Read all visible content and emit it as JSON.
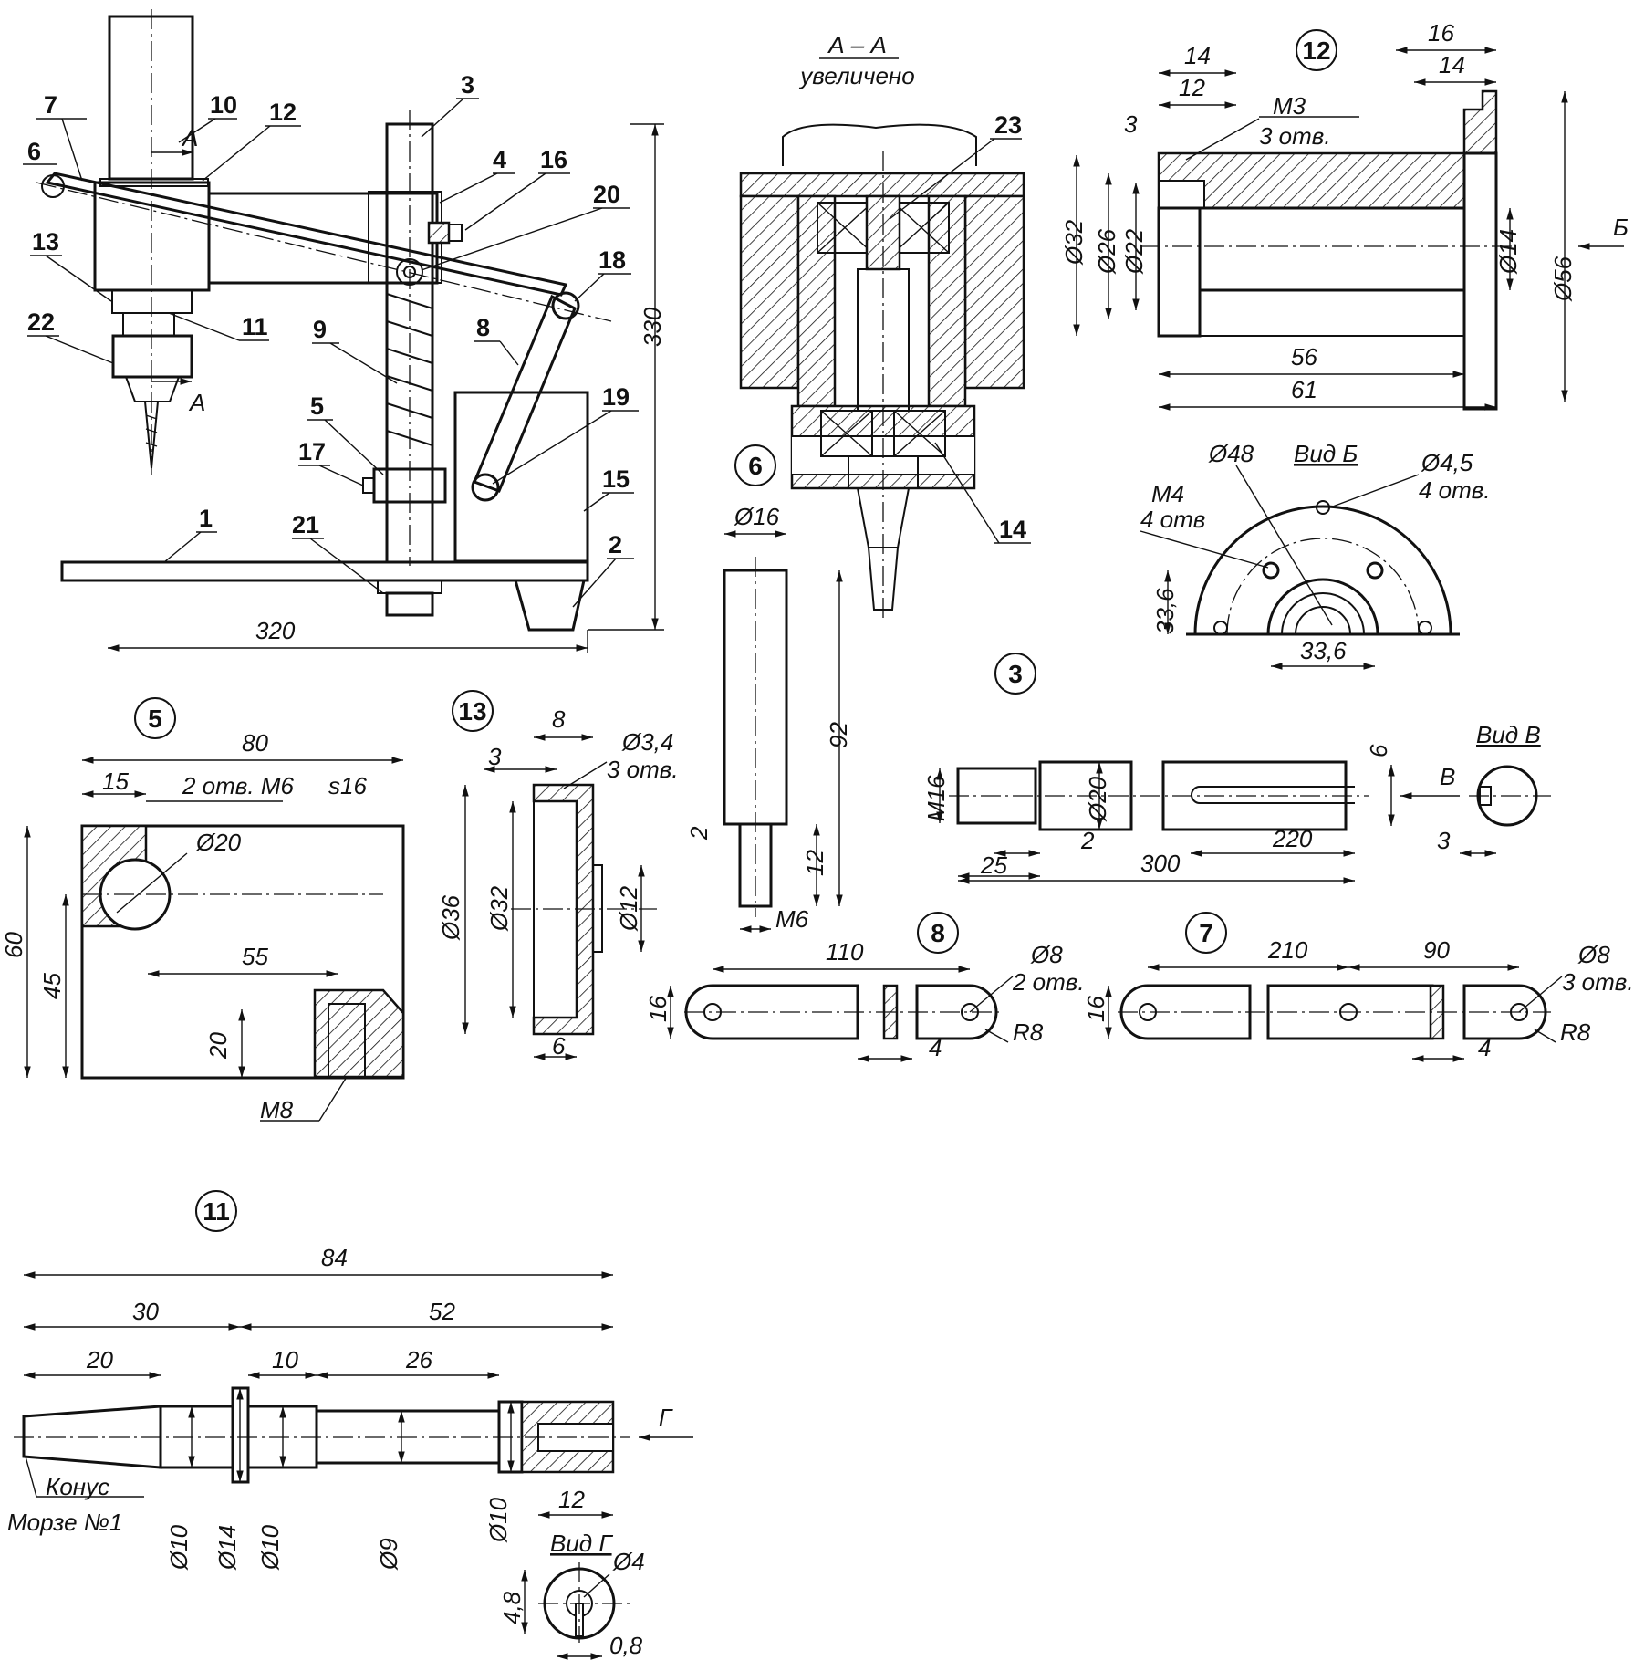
{
  "assembly": {
    "positions": [
      "1",
      "2",
      "3",
      "4",
      "5",
      "6",
      "7",
      "8",
      "9",
      "10",
      "11",
      "12",
      "13",
      "14",
      "15",
      "16",
      "17",
      "18",
      "19",
      "20",
      "21",
      "22",
      "23"
    ],
    "dims": {
      "overall_width": "320",
      "overall_height": "330"
    },
    "section_mark": "А"
  },
  "section_aa": {
    "title": "А – А",
    "subtitle": "увеличено",
    "pos_bearing_top": "23",
    "pos_bearing_bottom": "14"
  },
  "part12": {
    "num": "12",
    "dims": [
      "14",
      "12",
      "3",
      "M3",
      "3 отв.",
      "Ø32",
      "Ø26",
      "Ø22",
      "Ø14",
      "Ø56",
      "56",
      "61",
      "16",
      "14"
    ],
    "view_arrow": "Б",
    "view": {
      "title": "Вид Б",
      "d1": "Ø48",
      "d2": "Ø4,5",
      "d2n": "4 отв.",
      "thread": "M4",
      "threadn": "4 отв",
      "h": "33,6",
      "w": "33,6"
    }
  },
  "part6": {
    "num": "6",
    "dims": [
      "Ø16",
      "92",
      "2",
      "12",
      "M6"
    ]
  },
  "part3": {
    "num": "3",
    "dims": [
      "M16",
      "Ø20",
      "6",
      "25",
      "2",
      "300",
      "220"
    ],
    "view_arrow": "В",
    "view": {
      "title": "Вид В",
      "d": "3"
    }
  },
  "part5": {
    "num": "5",
    "dims": [
      "80",
      "15",
      "2 отв. М6",
      "s16",
      "Ø20",
      "60",
      "45",
      "55",
      "20",
      "M8"
    ]
  },
  "part13": {
    "num": "13",
    "dims": [
      "8",
      "3",
      "Ø3,4",
      "3 отв.",
      "Ø36",
      "Ø32",
      "Ø12",
      "6"
    ]
  },
  "part8": {
    "num": "8",
    "dims": [
      "110",
      "Ø8",
      "2 отв.",
      "16",
      "4",
      "R8"
    ]
  },
  "part7": {
    "num": "7",
    "dims": [
      "210",
      "90",
      "Ø8",
      "3 отв.",
      "16",
      "4",
      "R8"
    ]
  },
  "part11": {
    "num": "11",
    "dims": [
      "84",
      "30",
      "52",
      "20",
      "10",
      "26",
      "12",
      "Ø10",
      "Ø14",
      "Ø10",
      "Ø9",
      "Ø10"
    ],
    "note1": "Конус",
    "note2": "Морзе №1",
    "view_arrow": "Г",
    "view": {
      "title": "Вид Г",
      "d": "Ø4",
      "h": "4,8",
      "w": "0,8"
    }
  }
}
